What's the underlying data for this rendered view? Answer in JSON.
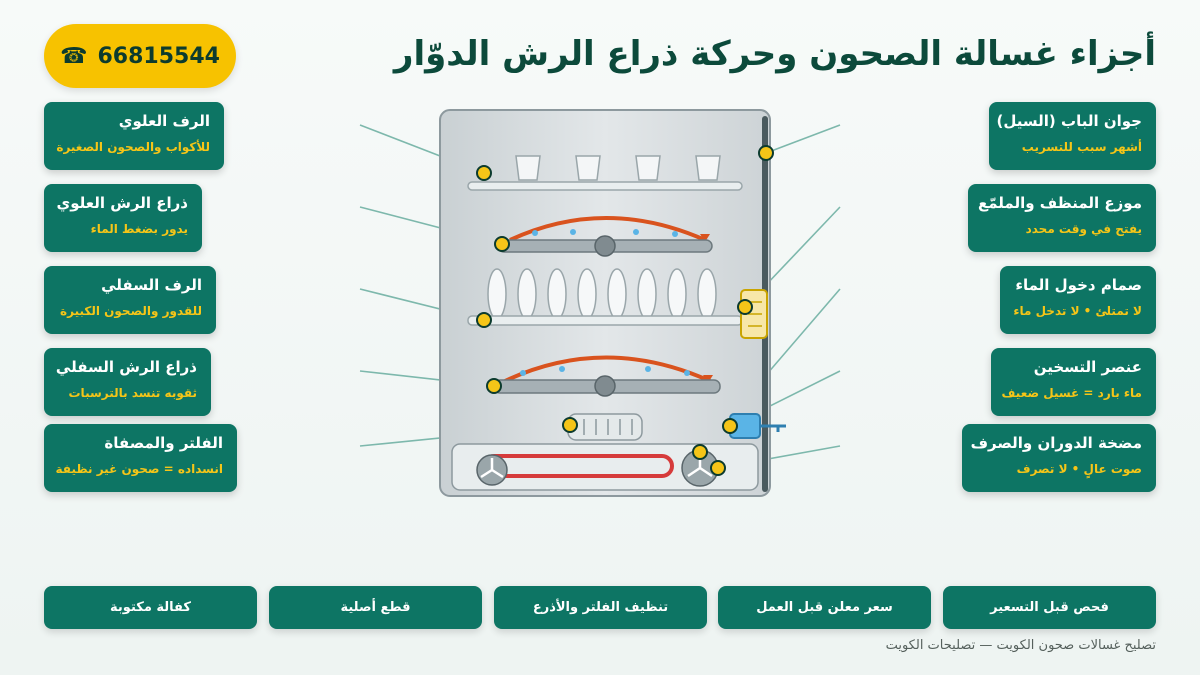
{
  "title": "أجزاء غسالة الصحون وحركة ذراع الرش الدوّار",
  "phone": {
    "icon": "phone-icon",
    "number": "66815544"
  },
  "left_parts": [
    {
      "title": "الرف العلوي",
      "subtitle": "للأكواب والصحون الصغيرة"
    },
    {
      "title": "ذراع الرش العلوي",
      "subtitle": "يدور بضغط الماء"
    },
    {
      "title": "الرف السفلي",
      "subtitle": "للقدور والصحون الكبيرة"
    },
    {
      "title": "ذراع الرش السفلي",
      "subtitle": "ثقوبه تنسد بالترسبات"
    },
    {
      "title": "الفلتر والمصفاة",
      "subtitle": "انسداده = صحون غير نظيفة"
    }
  ],
  "right_parts": [
    {
      "title": "جوان الباب (السيل)",
      "subtitle": "أشهر سبب للتسريب"
    },
    {
      "title": "موزع المنظف والملمّع",
      "subtitle": "يفتح في وقت محدد"
    },
    {
      "title": "صمام دخول الماء",
      "subtitle": "لا تمتلئ • لا تدخل ماء"
    },
    {
      "title": "عنصر التسخين",
      "subtitle": "ماء بارد = غسيل ضعيف"
    },
    {
      "title": "مضخة الدوران والصرف",
      "subtitle": "صوت عالٍ • لا تصرف"
    }
  ],
  "tags": [
    "فحص قبل التسعير",
    "سعر معلن قبل العمل",
    "تنظيف الفلتر والأذرع",
    "قطع أصلية",
    "كفالة مكتوبة"
  ],
  "footer": "تصليح غسالات صحون الكويت — تصليحات الكويت",
  "colors": {
    "card": "#0d7564",
    "accent": "#f7c200",
    "title": "#0c4a3b",
    "spray_arc": "#d9531e",
    "heater": "#d63b3b",
    "water_drop": "#5ab4e6"
  }
}
